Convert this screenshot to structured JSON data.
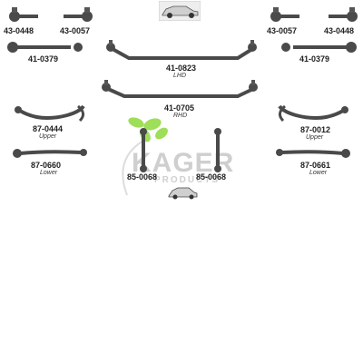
{
  "colors": {
    "accent": "#7ed321",
    "part": "#4a4a4a",
    "watermark": "#d0d0d0",
    "text": "#222222"
  },
  "watermark": {
    "brand": "KAGER",
    "sub": "PRODUCTS"
  },
  "parts": {
    "tie_rod_end_left_outer": "43-0448",
    "tie_rod_end_left_inner": "43-0057",
    "tie_rod_end_right_inner": "43-0057",
    "tie_rod_end_right_outer": "43-0448",
    "tie_rod_left": "41-0379",
    "tie_rod_right": "41-0379",
    "center_link_lhd": {
      "code": "41-0823",
      "note": "LHD"
    },
    "center_link_rhd": {
      "code": "41-0705",
      "note": "RHD"
    },
    "control_arm_left_upper": {
      "code": "87-0444",
      "note": "Upper"
    },
    "control_arm_right_upper": {
      "code": "87-0012",
      "note": "Upper"
    },
    "control_arm_left_lower": {
      "code": "87-0660",
      "note": "Lower"
    },
    "control_arm_right_lower": {
      "code": "87-0661",
      "note": "Lower"
    },
    "stabilizer_link_left": "85-0068",
    "stabilizer_link_right": "85-0068"
  }
}
